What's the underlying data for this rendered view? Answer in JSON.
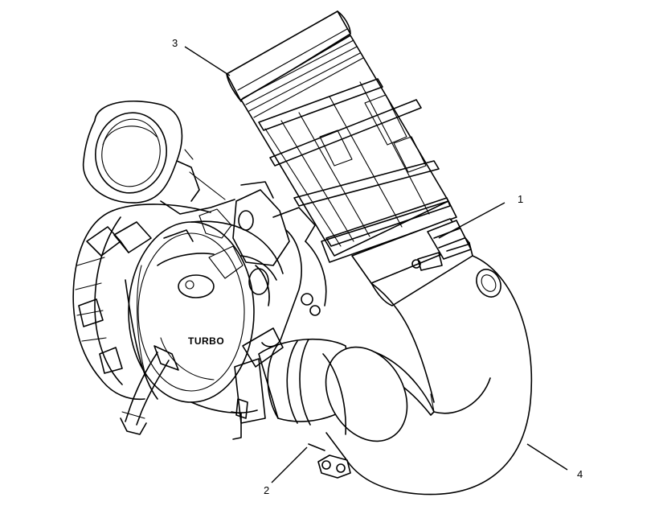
{
  "diagram": {
    "stamp_text": "TURBO",
    "callouts": [
      {
        "id": "1",
        "label": "1"
      },
      {
        "id": "2",
        "label": "2"
      },
      {
        "id": "3",
        "label": "3"
      },
      {
        "id": "4",
        "label": "4"
      }
    ]
  },
  "colors": {
    "line": "#000000",
    "background": "#ffffff",
    "shade": "#d8d8d8"
  }
}
